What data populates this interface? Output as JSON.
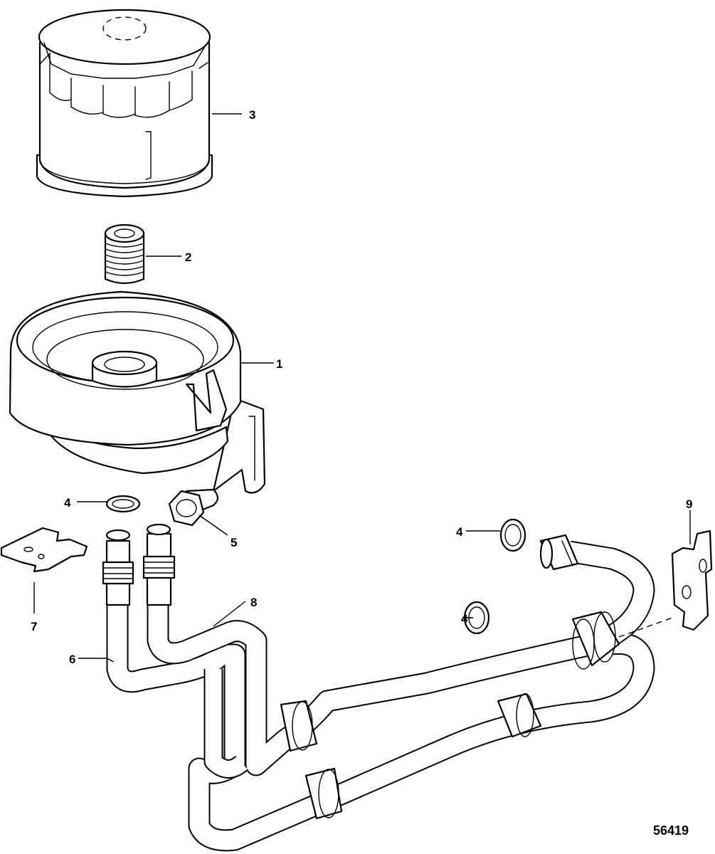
{
  "figure_number": "56419",
  "callouts": {
    "c1": "1",
    "c2": "2",
    "c3": "3",
    "c4a": "4",
    "c4b": "4",
    "c4c": "4",
    "c5": "5",
    "c6": "6",
    "c7": "7",
    "c8": "8",
    "c9": "9"
  },
  "colors": {
    "line": "#000000",
    "paper": "#ffffff"
  }
}
